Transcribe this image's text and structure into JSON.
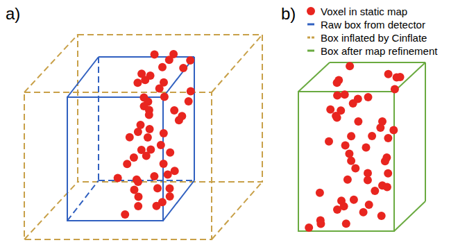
{
  "diagram": {
    "labels": [
      "a)",
      "b)"
    ],
    "legend": [
      {
        "text": "Voxel in static map",
        "color": "#e8251f"
      },
      {
        "text": "Raw box from detector"
      },
      {
        "text": "Box inflated by Cinflate"
      },
      {
        "text": "Box after map refinement"
      }
    ]
  }
}
